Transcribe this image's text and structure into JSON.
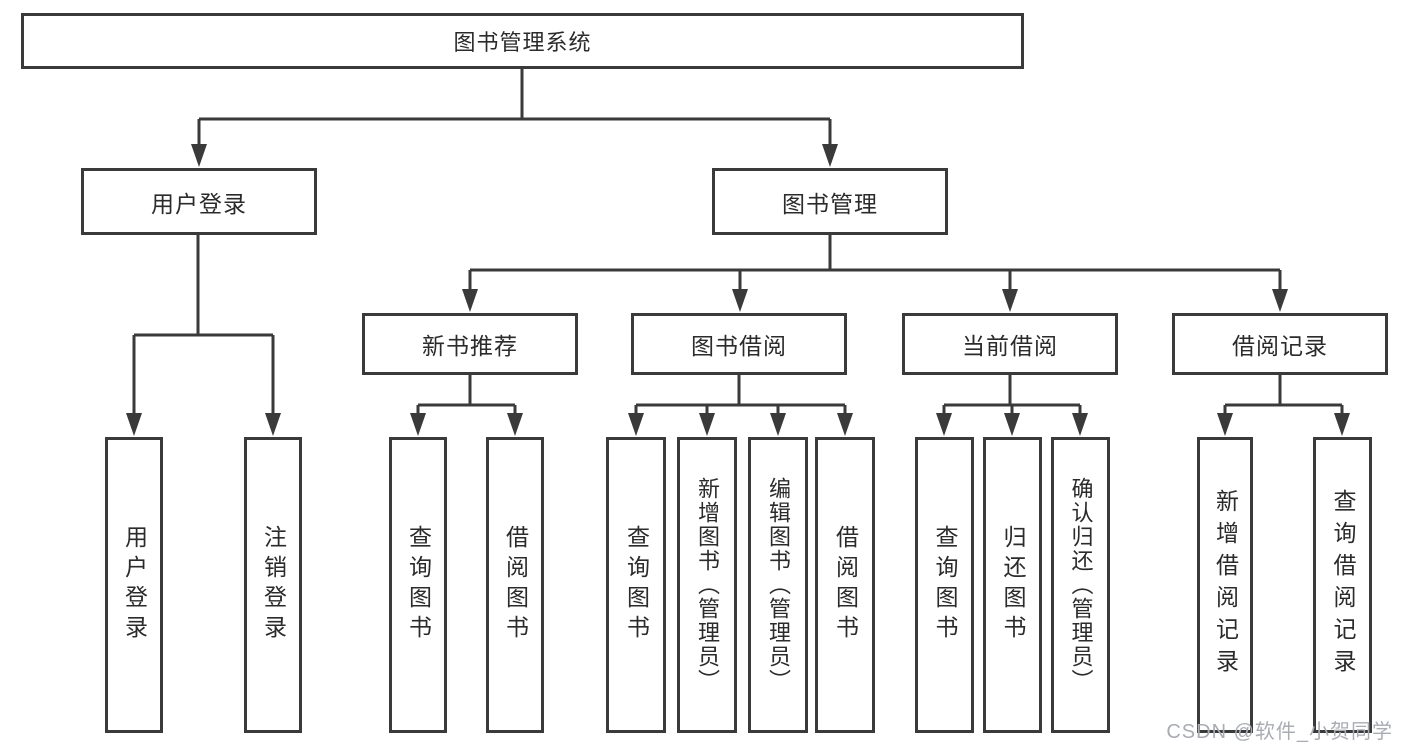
{
  "tree": {
    "label": "图书管理系统",
    "children": [
      {
        "label": "用户登录",
        "children": [
          {
            "label": "用户登录"
          },
          {
            "label": "注销登录"
          }
        ]
      },
      {
        "label": "图书管理",
        "children": [
          {
            "label": "新书推荐",
            "children": [
              {
                "label": "查询图书"
              },
              {
                "label": "借阅图书"
              }
            ]
          },
          {
            "label": "图书借阅",
            "children": [
              {
                "label": "查询图书"
              },
              {
                "label": "新增图书（管理员）"
              },
              {
                "label": "编辑图书（管理员）"
              },
              {
                "label": "借阅图书"
              }
            ]
          },
          {
            "label": "当前借阅",
            "children": [
              {
                "label": "查询图书"
              },
              {
                "label": "归还图书"
              },
              {
                "label": "确认归还（管理员）"
              }
            ]
          },
          {
            "label": "借阅记录",
            "children": [
              {
                "label": "新增借阅记录"
              },
              {
                "label": "查询借阅记录"
              }
            ]
          }
        ]
      }
    ]
  },
  "watermark": "CSDN @软件_小贺同学",
  "colors": {
    "line": "#3a3a3a",
    "text": "#2b2b2b",
    "watermark": "#a9adb3",
    "background": "#ffffff"
  }
}
